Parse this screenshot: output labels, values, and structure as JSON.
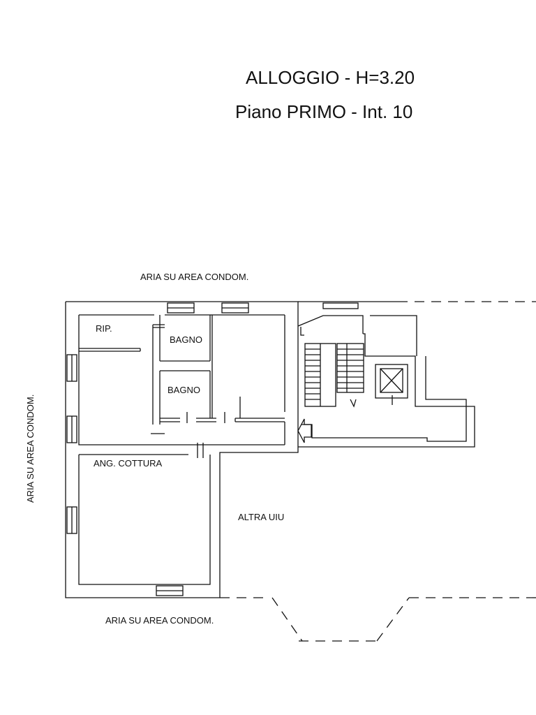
{
  "header": {
    "title": "ALLOGGIO - H=3.20",
    "subtitle": "Piano PRIMO - Int. 10"
  },
  "surroundings": {
    "top": "ARIA SU AREA CONDOM.",
    "left": "ARIA SU AREA CONDOM.",
    "bottom": "ARIA SU AREA CONDOM."
  },
  "rooms": {
    "storage": "RIP.",
    "bathroom_1": "BAGNO",
    "bathroom_2": "BAGNO",
    "kitchenette": "ANG. COTTURA",
    "other_unit": "ALTRA UIU"
  },
  "colors": {
    "line": "#111111",
    "background": "#ffffff"
  }
}
